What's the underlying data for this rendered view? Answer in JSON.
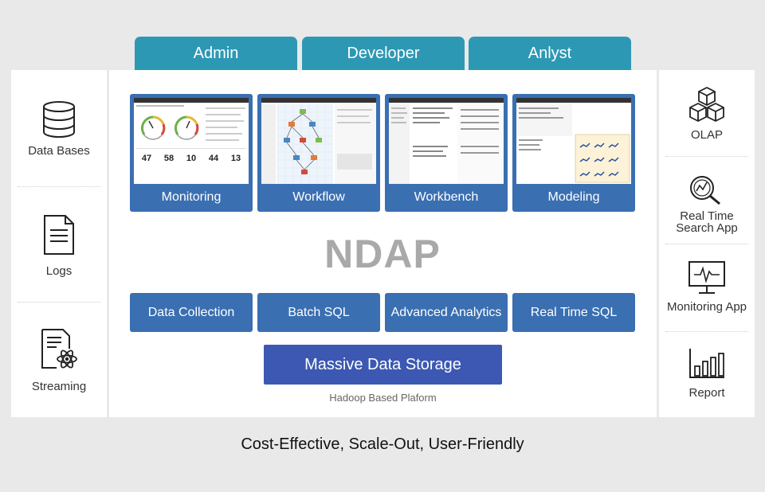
{
  "roles": [
    "Admin",
    "Developer",
    "Anlyst"
  ],
  "sources": {
    "databases": "Data Bases",
    "logs": "Logs",
    "streaming": "Streaming"
  },
  "outputs": {
    "olap": "OLAP",
    "search_line1": "Real Time",
    "search_line2": "Search App",
    "monitoring": "Monitoring App",
    "report": "Report"
  },
  "tools": [
    "Monitoring",
    "Workflow",
    "Workbench",
    "Modeling"
  ],
  "monitoring_values": [
    "47",
    "58",
    "10",
    "44",
    "13"
  ],
  "platform_name": "NDAP",
  "modules": [
    "Data Collection",
    "Batch SQL",
    "Advanced Analytics",
    "Real Time SQL"
  ],
  "storage": "Massive Data Storage",
  "storage_caption": "Hadoop Based Plaform",
  "tagline": "Cost-Effective, Scale-Out, User-Friendly",
  "colors": {
    "role_tab": "#2d98b4",
    "tool_blue": "#3a6fb2",
    "storage_blue": "#3c58b2",
    "brand_gray": "#a9a9a9"
  }
}
